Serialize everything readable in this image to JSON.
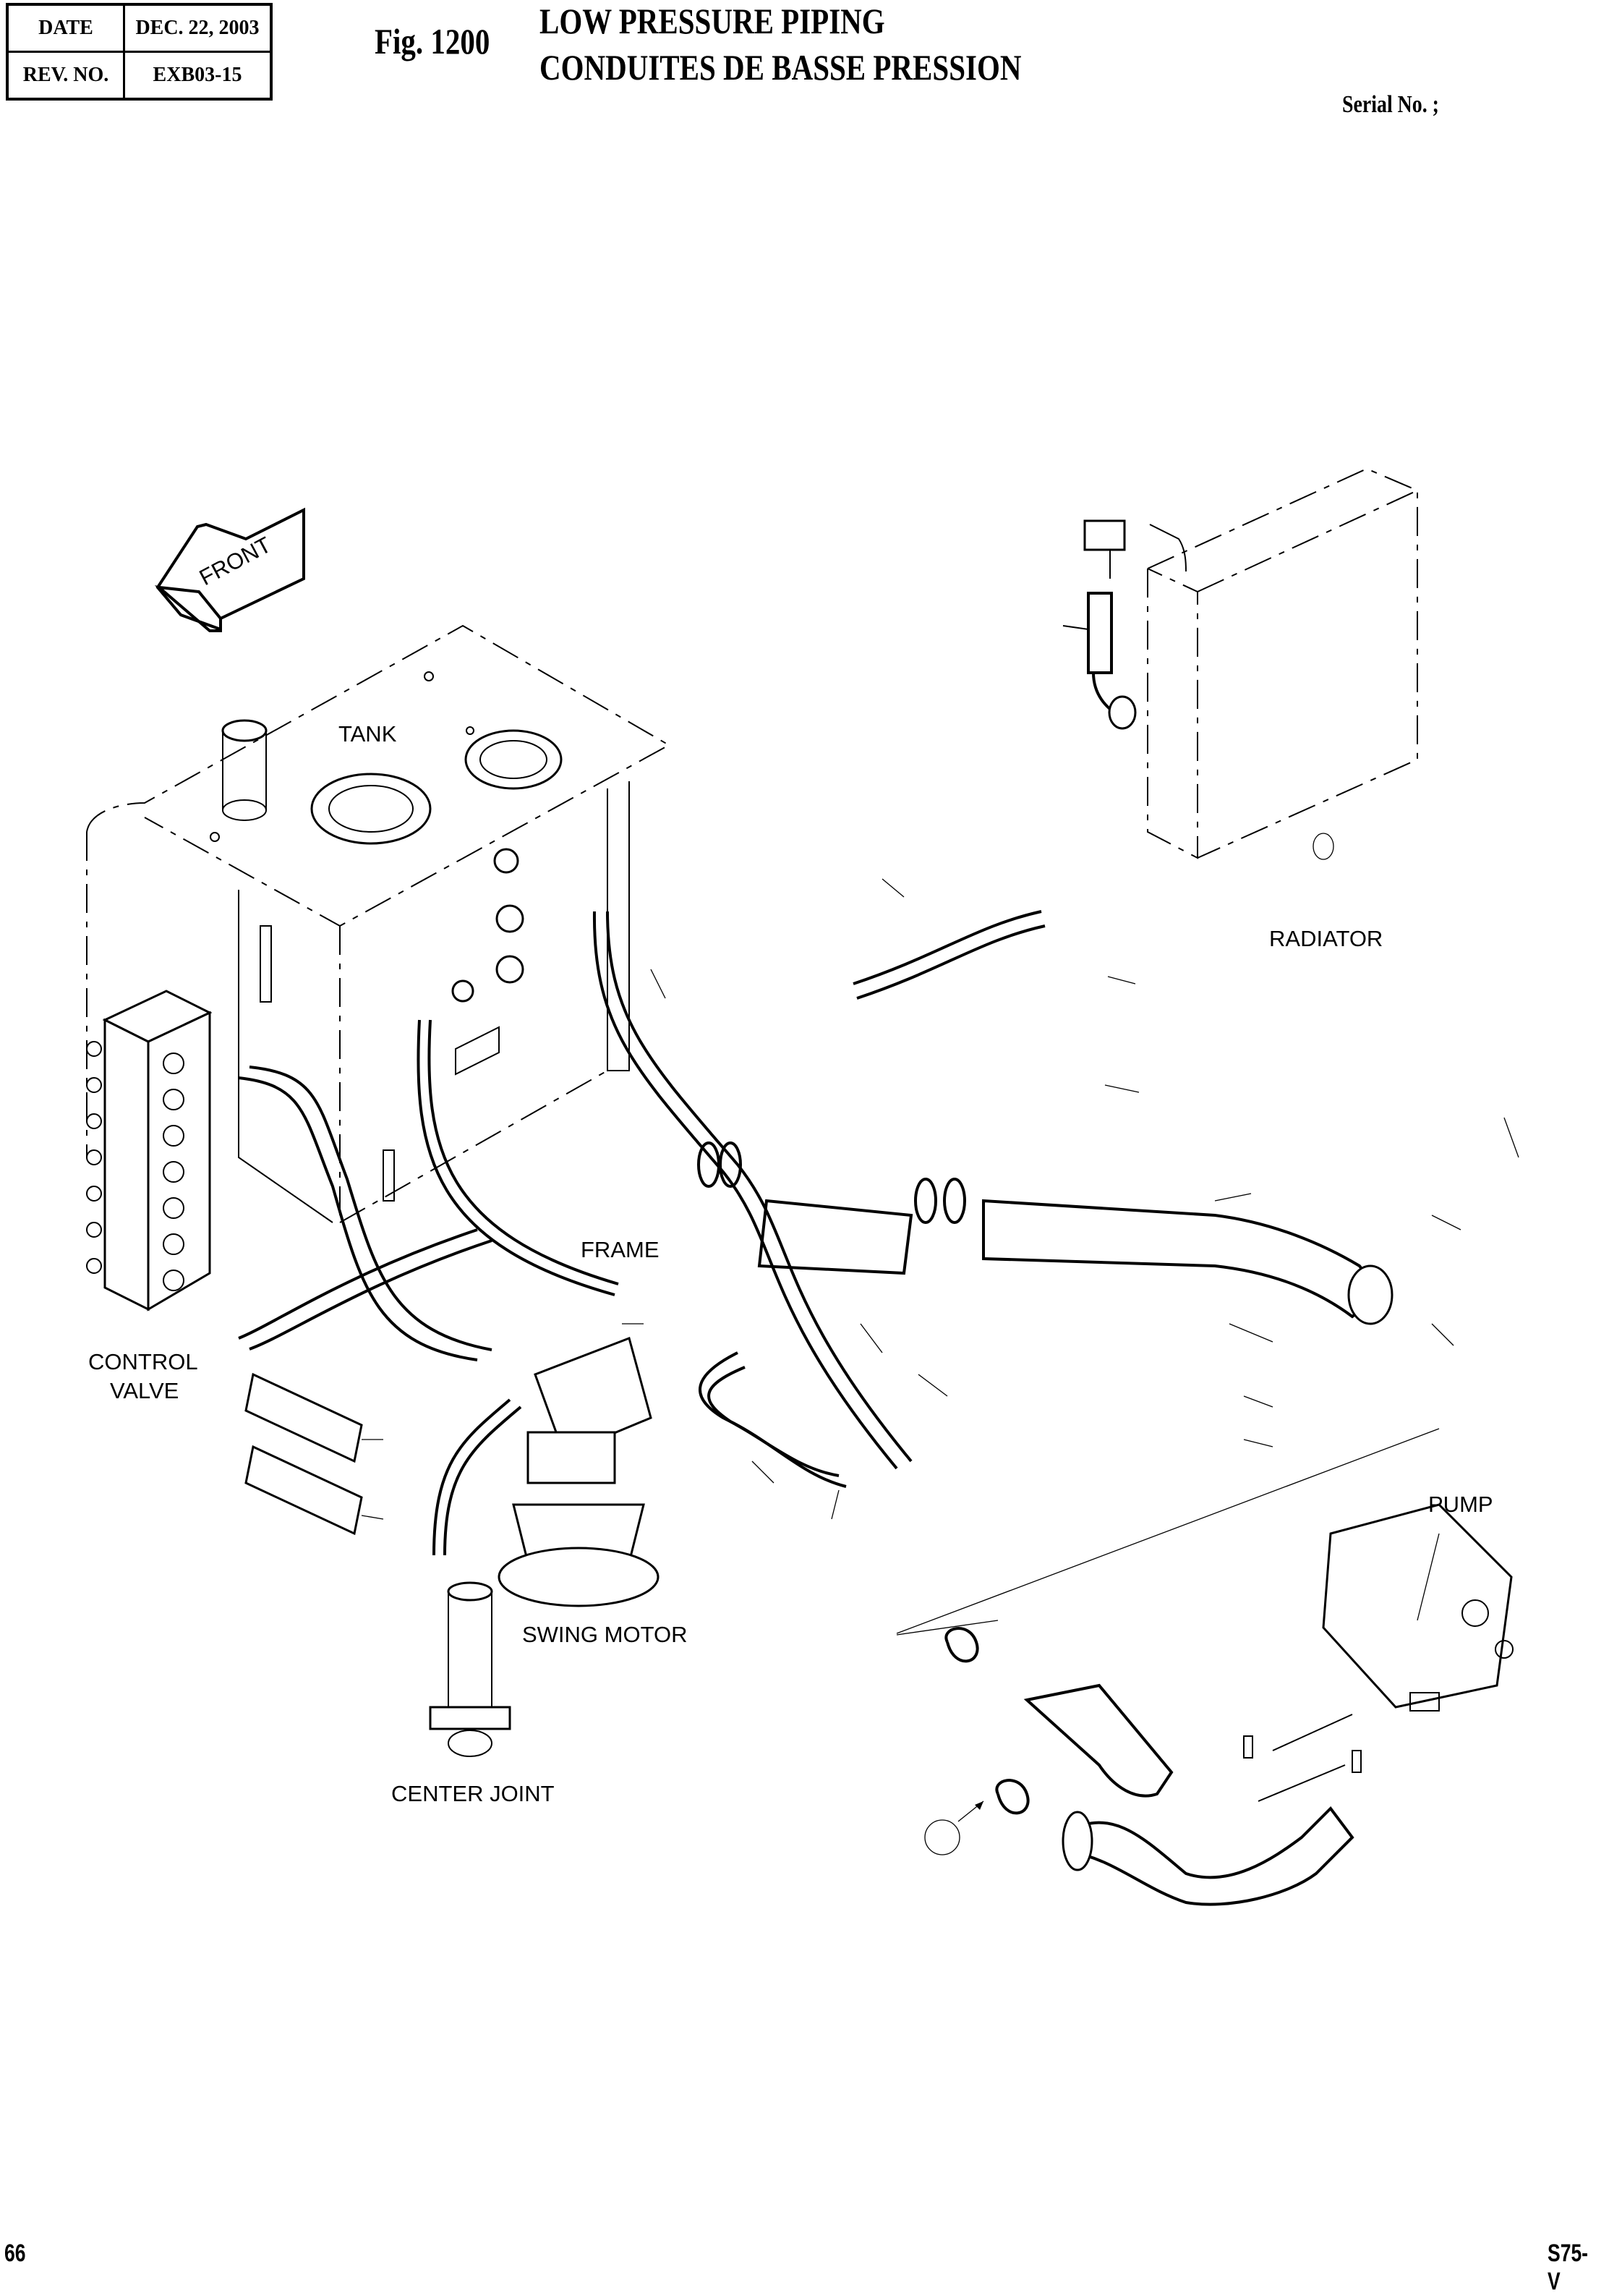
{
  "header": {
    "date_label": "DATE",
    "date_value": "DEC.  22, 2003",
    "rev_label": "REV. NO.",
    "rev_value": "EXB03-15",
    "figure_number": "Fig. 1200",
    "title_en": "LOW PRESSURE PIPING",
    "title_fr": "CONDUITES DE BASSE PRESSION",
    "serial_label": "Serial No. ;"
  },
  "diagram": {
    "direction_arrow": "FRONT",
    "labels": {
      "tank": "TANK",
      "radiator": "RADIATOR",
      "frame": "FRAME",
      "control_valve_line1": "CONTROL",
      "control_valve_line2": "VALVE",
      "swing_motor": "SWING MOTOR",
      "center_joint": "CENTER JOINT",
      "pump": "PUMP"
    }
  },
  "footer": {
    "page_number": "66",
    "model": "S75-V"
  }
}
